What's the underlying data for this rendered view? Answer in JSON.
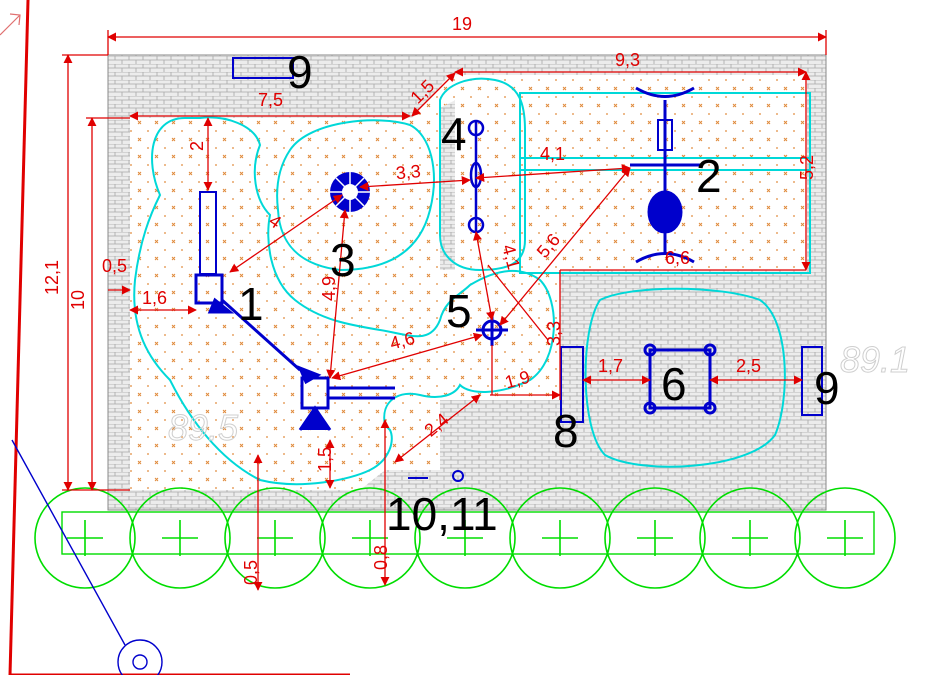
{
  "colors": {
    "dimension": "#e00000",
    "outline": "#00e5e5",
    "equipment": "#0000cc",
    "trees": "#00dd00",
    "paving": "#a8a8a8",
    "sand_marks": "#e08a3a"
  },
  "dimensions": {
    "overall_width": "19",
    "overall_height": "12,1",
    "inner_height": "10",
    "top_left_run": "7,5",
    "top_step": "1,5",
    "top_right_run": "9,3",
    "right_zone_height": "5,2",
    "zone2_width": "6,6",
    "d_1_top": "2",
    "d_1_left_gap": "0,5",
    "d_1_left": "1,6",
    "d_1_to_3": "4",
    "d_3_to_7": "4,9",
    "d_3_to_4": "3,3",
    "d_4_to_2": "4,1",
    "d_4_to_5": "4,1",
    "d_2_to_5": "5,6",
    "d_5_to_7": "4,6",
    "d_5_right": "3,3",
    "d_5_to_8": "1,9",
    "d_7_to_edge": "2,4",
    "d_7_bottom": "1,5",
    "d_8_to_6": "1,7",
    "d_6_to_9": "2,5",
    "d_tree_row": "0,5",
    "d_hedge": "0,8"
  },
  "labels": {
    "item_1": "1",
    "item_2": "2",
    "item_3": "3",
    "item_4": "4",
    "item_5": "5",
    "item_6": "6",
    "item_8": "8",
    "item_9_top": "9",
    "item_9_right": "9",
    "item_10_11": "10,11"
  },
  "watermarks": {
    "left": "89.5",
    "right": "89.1"
  }
}
